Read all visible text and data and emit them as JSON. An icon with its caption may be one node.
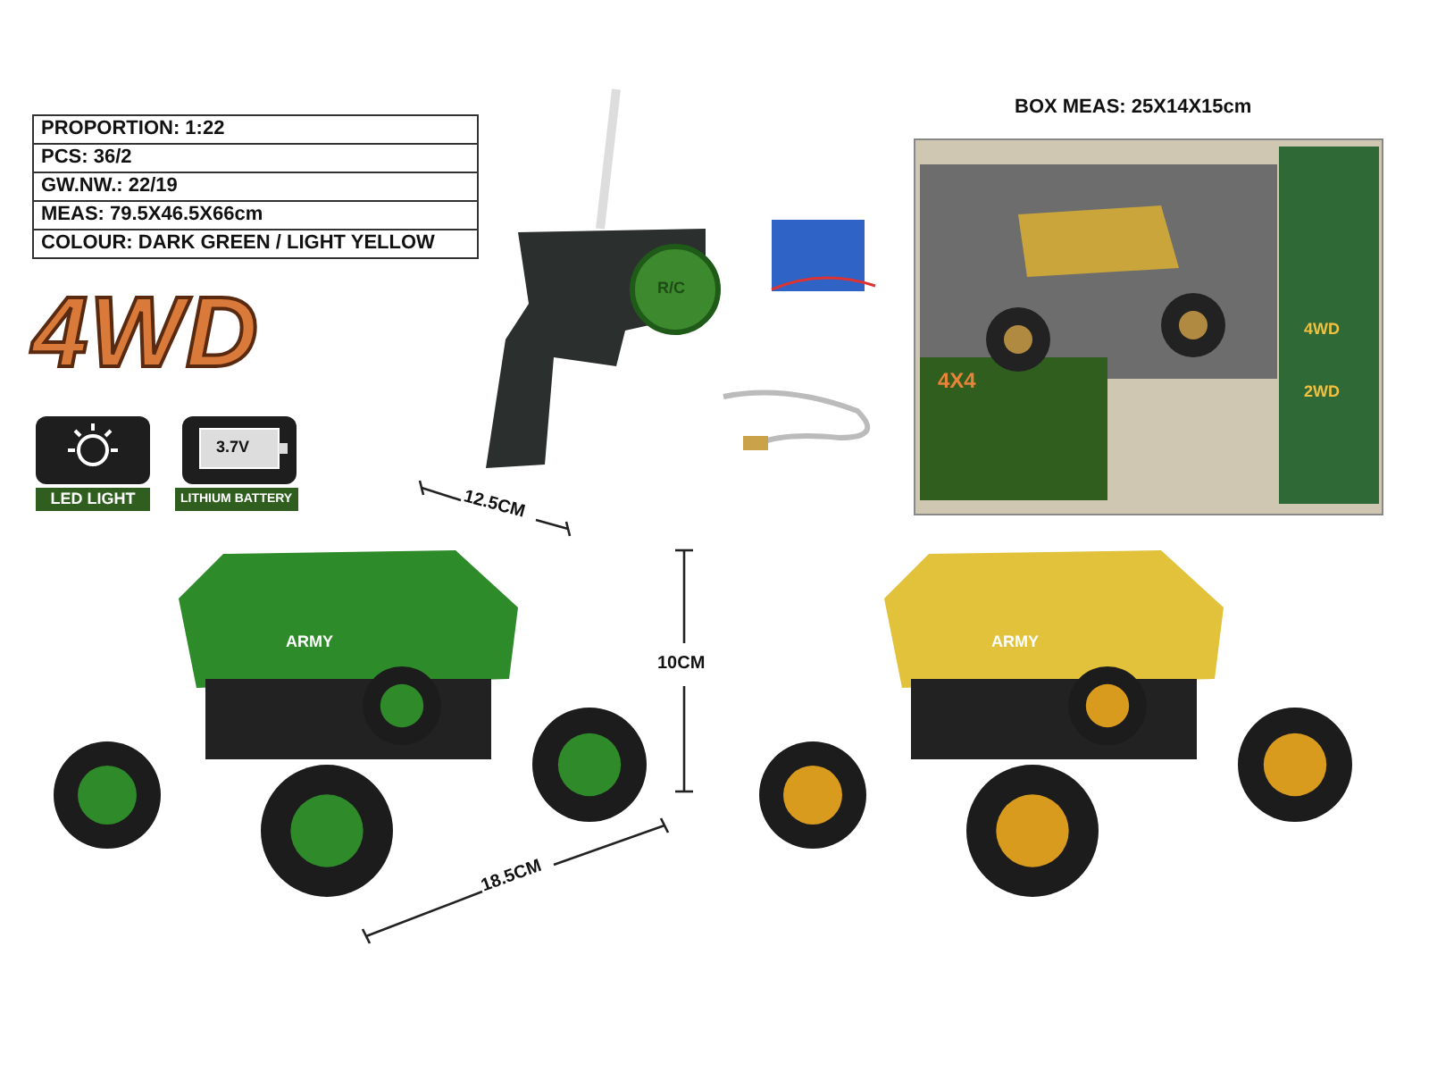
{
  "diagram": {
    "labels": [
      "PROPORTION: 1:22",
      "PCS: 36/2",
      "GW.NW.: 22/19",
      "MEAS: 79.5X46.5X66cm",
      "COLOUR: DARK GREEN / LIGHT YELLOW",
      "4WD",
      "3.7V",
      "LED LIGHT",
      "LITHIUM BATTERY",
      "R/C",
      "BOX MEAS: 25X14X15cm",
      "4X4",
      "4WD",
      "2WD",
      "12.5CM",
      "10CM",
      "ARMY",
      "ARMY",
      "18.5CM"
    ]
  }
}
